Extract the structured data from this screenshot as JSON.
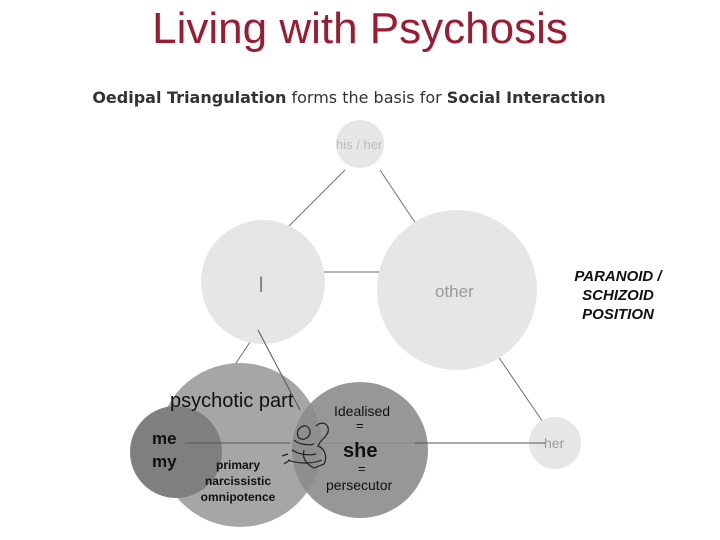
{
  "title": "Living with Psychosis",
  "subtitle": {
    "part1": "Oedipal Triangulation",
    "part2": " forms the basis for ",
    "part3": "Social Interaction"
  },
  "labels": {
    "his_her": "his / her",
    "i": "I",
    "other": "other",
    "position": "PARANOID / SCHIZOID POSITION",
    "position_line1": "PARANOID /",
    "position_line2": "SCHIZOID",
    "position_line3": "POSITION",
    "psychotic_part": "psychotic part",
    "me": "me",
    "my": "my",
    "primary_line1": "primary",
    "primary_line2": "narcissistic",
    "primary_line3": "omnipotence",
    "idealised": "Idealised",
    "eq1": "=",
    "she": "she",
    "eq2": "=",
    "persecutor": "persecutor",
    "her": "her"
  },
  "colors": {
    "title": "#9b1b30",
    "circle_light": "#e6e6e6",
    "circle_mid": "#a6a6a6",
    "circle_dark": "#7f7f7f",
    "circle_darker": "#8c8c8c",
    "line": "#555555"
  },
  "icons": [
    "mother-and-child-icon"
  ]
}
